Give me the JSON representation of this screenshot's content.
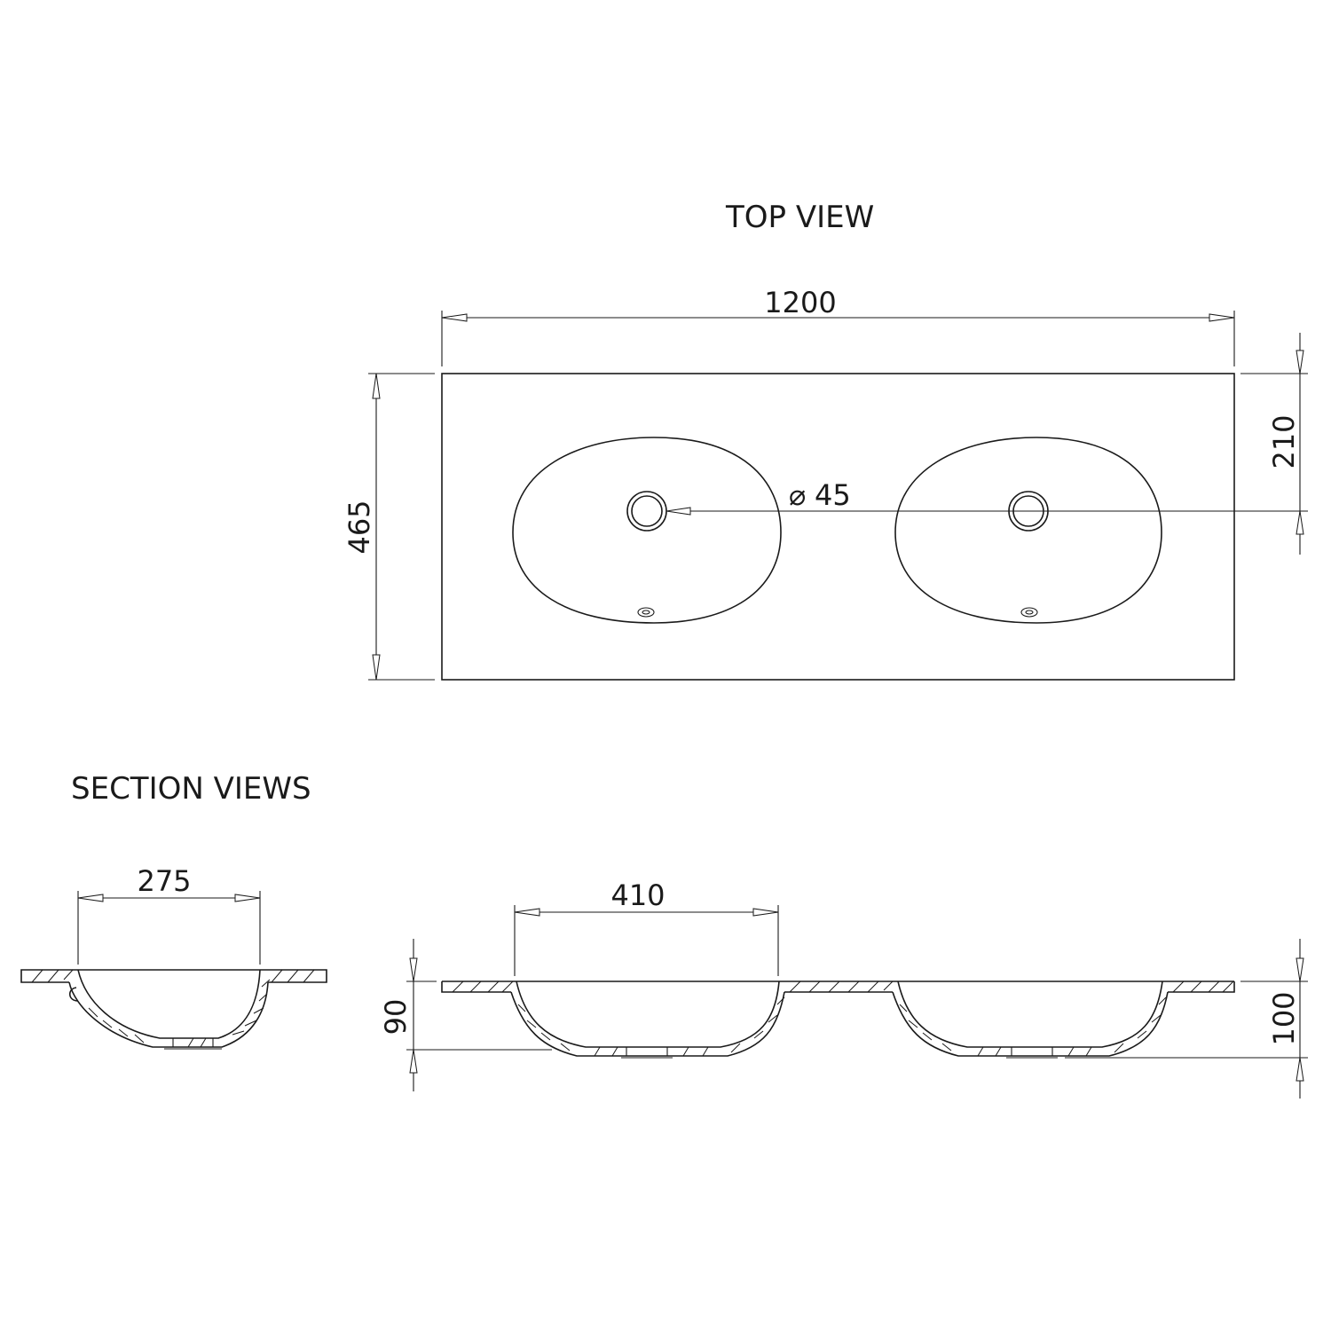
{
  "titles": {
    "top_view": "TOP VIEW",
    "section_views": "SECTION VIEWS"
  },
  "dimensions": {
    "total_width": "1200",
    "total_depth": "465",
    "drain_offset": "210",
    "drain_diameter": "45",
    "diameter_symbol": "⌀",
    "basin_width_side": "275",
    "basin_length_front": "410",
    "basin_depth": "90",
    "overall_height": "100"
  },
  "colors": {
    "line": "#1a1a1a",
    "background": "#ffffff"
  }
}
